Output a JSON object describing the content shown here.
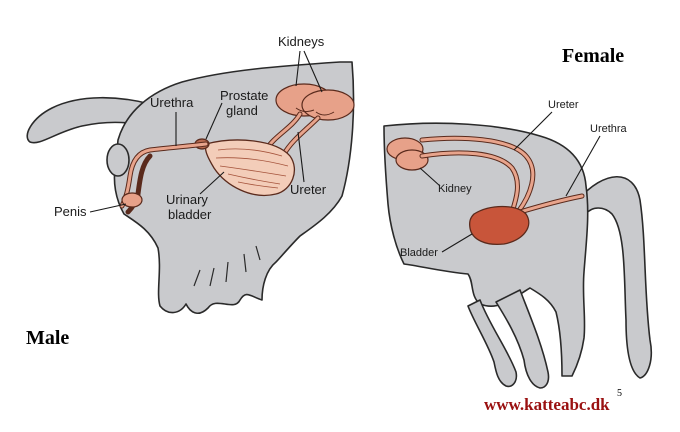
{
  "male": {
    "heading": "Male",
    "labels": {
      "kidneys": "Kidneys",
      "prostate_line1": "Prostate",
      "prostate_line2": "gland",
      "urethra": "Urethra",
      "urinary_line1": "Urinary",
      "urinary_line2": "bladder",
      "ureter": "Ureter",
      "penis": "Penis"
    }
  },
  "female": {
    "heading": "Female",
    "labels": {
      "ureter": "Ureter",
      "urethra": "Urethra",
      "kidney": "Kidney",
      "bladder": "Bladder"
    }
  },
  "page_number": "5",
  "watermark": "www.katteabc.dk",
  "colors": {
    "fur": "#c9cacd",
    "organ": "#e7a189",
    "bladder_female": "#c8553a",
    "watermark": "#9a1010"
  }
}
